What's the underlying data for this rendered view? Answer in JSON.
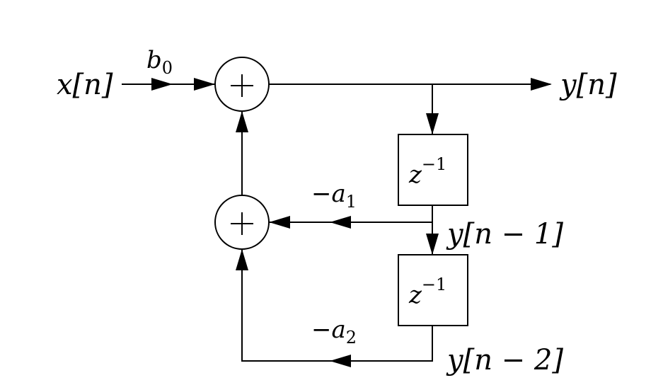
{
  "diagram": {
    "input_label": "x[n]",
    "gain_b0": "b",
    "gain_b0_sub": "0",
    "output_label": "y[n]",
    "delay1": "z",
    "delay1_sup": "−1",
    "delay2": "z",
    "delay2_sup": "−1",
    "gain_a1_sign": "−",
    "gain_a1": "a",
    "gain_a1_sub": "1",
    "gain_a2_sign": "−",
    "gain_a2": "a",
    "gain_a2_sub": "2",
    "tap1_label": "y[n − 1]",
    "tap2_label": "y[n − 2]",
    "adder_symbol": "+"
  }
}
